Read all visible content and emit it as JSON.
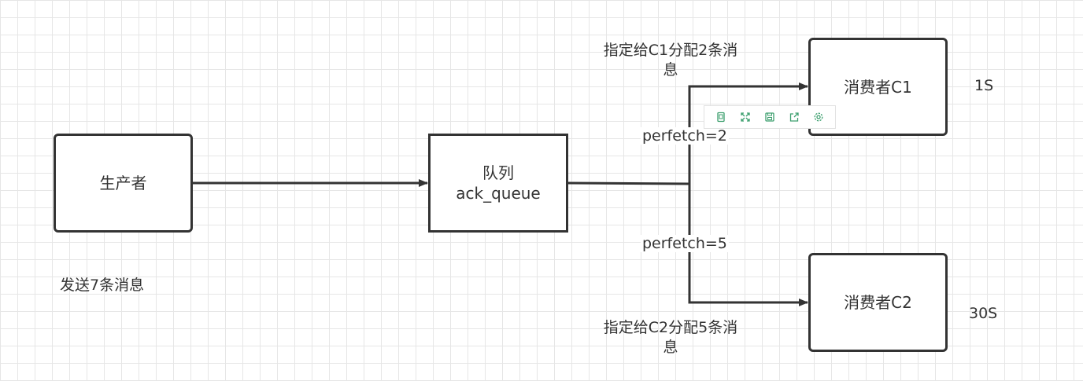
{
  "nodes": {
    "producer": {
      "label": "生产者"
    },
    "queue": {
      "line1": "队列",
      "line2": "ack_queue"
    },
    "consumer1": {
      "label": "消费者C1"
    },
    "consumer2": {
      "label": "消费者C2"
    }
  },
  "labels": {
    "send": "发送7条消息",
    "assign_c1_line1": "指定给C1分配2条消",
    "assign_c1_line2": "息",
    "assign_c2_line1": "指定给C2分配5条消",
    "assign_c2_line2": "息",
    "prefetch_c1": "perfetch=2",
    "prefetch_c2": "perfetch=5",
    "time_c1": "1S",
    "time_c2": "30S"
  },
  "toolbar": {
    "icons": [
      "copy-icon",
      "fullscreen-icon",
      "save-icon",
      "share-icon",
      "settings-icon"
    ],
    "accent_color": "#3c9f6e"
  },
  "colors": {
    "stroke": "#333333",
    "grid": "#e6e6e6",
    "background": "#ffffff"
  }
}
